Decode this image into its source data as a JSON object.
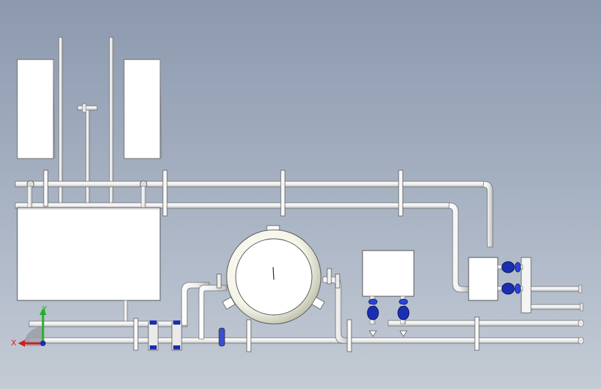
{
  "scene": {
    "type": "3d-cad-viewport",
    "description_visible": false,
    "colors": {
      "pipe": "#f2f2f2",
      "pipe_edge": "#6e6e6e",
      "panel": "#ffffff",
      "valve": "#1a2fb0",
      "axis_x": "#d21e1e",
      "axis_y": "#1fb01f",
      "axis_z": "#1a2fb0"
    }
  },
  "triad": {
    "x_label": "X",
    "y_label": "Y"
  }
}
